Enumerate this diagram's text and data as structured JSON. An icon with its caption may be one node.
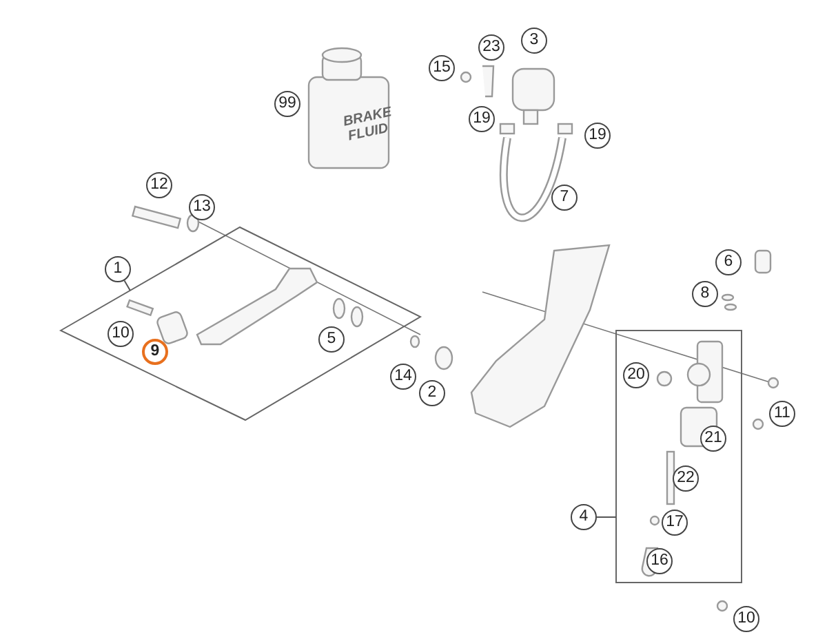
{
  "diagram": {
    "nodes": [
      {
        "text": [
          "23"
        ]
      },
      {
        "text": [
          "3"
        ]
      },
      {
        "text": [
          "15"
        ]
      },
      {
        "text": [
          "99"
        ]
      },
      {
        "text": [
          "19"
        ]
      },
      {
        "text": [
          "19"
        ]
      },
      {
        "text": [
          "7"
        ]
      },
      {
        "text": [
          "12"
        ]
      },
      {
        "text": [
          "13"
        ]
      },
      {
        "text": [
          "1"
        ]
      },
      {
        "text": [],
        "shape": "parallelogram"
      },
      {
        "text": [
          "10"
        ],
        "in": 10
      },
      {
        "text": [
          "9"
        ],
        "in": 10
      },
      {
        "text": [
          "5"
        ],
        "in": 10
      },
      {
        "text": [
          "6"
        ]
      },
      {
        "text": [
          "8"
        ]
      },
      {
        "text": [],
        "shape": "box"
      },
      {
        "text": [
          "20"
        ],
        "in": 16
      },
      {
        "text": [
          "14"
        ]
      },
      {
        "text": [
          "2"
        ]
      },
      {
        "text": [
          "11"
        ]
      },
      {
        "text": [
          "21"
        ],
        "in": 16
      },
      {
        "text": [
          "22"
        ],
        "in": 16
      },
      {
        "text": [
          "4"
        ]
      },
      {
        "text": [
          "17"
        ],
        "in": 16
      },
      {
        "text": [
          "16"
        ],
        "in": 16
      },
      {
        "text": [
          "10"
        ]
      }
    ],
    "edges": [
      {
        "from": 9,
        "to": 10,
        "arrow": "none"
      },
      {
        "from": 23,
        "to": 16,
        "arrow": "none"
      }
    ],
    "labels": [
      "BRAKE FLUID"
    ]
  }
}
